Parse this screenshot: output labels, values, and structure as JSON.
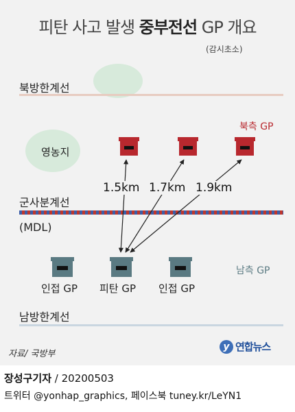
{
  "title": {
    "main": "피탄 사고 발생 ",
    "highlight": "중부전선",
    "rest": " GP 개요"
  },
  "subtitle": "(감시초소)",
  "lines": {
    "north_limit": "북방한계선",
    "mdl": "군사분계선",
    "mdl_abbr": "(MDL)",
    "south_limit": "남방한계선"
  },
  "field_label": "영농지",
  "north_gp_label": "북측 GP",
  "south_gp_label": "남측 GP",
  "distances": [
    "1.5km",
    "1.7km",
    "1.9km"
  ],
  "south_gps": [
    "인접 GP",
    "피탄 GP",
    "인접 GP"
  ],
  "source": "자료/ 국방부",
  "logo": {
    "mark": "y",
    "text": "연합뉴스"
  },
  "credit": {
    "author": "장성구기자",
    "date": " / 20200503",
    "social": "트위터 @yonhap_graphics, 페이스북 tuney.kr/LeYN1"
  },
  "colors": {
    "north": "#b8282e",
    "south": "#5a7a82",
    "field": "#d7eadb",
    "north_line": "#e7cbc0",
    "south_line": "#c9d6e0",
    "mdl_red": "#c0362c",
    "mdl_blue": "#3b5ea8"
  }
}
